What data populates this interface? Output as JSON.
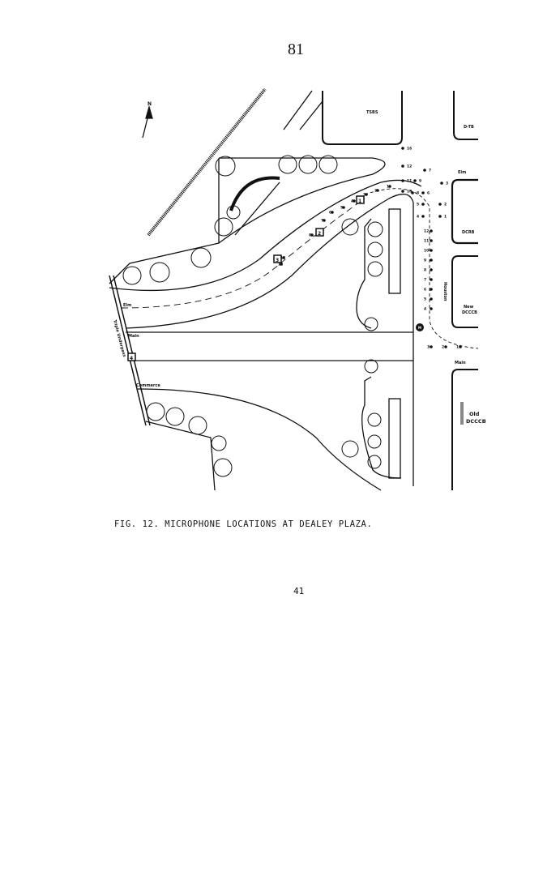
{
  "page_number": "81",
  "figure": {
    "north": "N",
    "buildings": {
      "tsbs": "TSBS",
      "dtb": "D-TB",
      "dcrb": "DCRB",
      "new_dcccb_1": "New",
      "new_dcccb_2": "DCCCB",
      "old_dcccb_1": "Old",
      "old_dcccb_2": "DCCCB"
    },
    "streets": {
      "elm": "Elm",
      "elm_east": "Elm",
      "main": "Main",
      "main_east": "Main",
      "commerce": "Commerce",
      "houston": "Houston",
      "underpass": "Triple Underpass"
    },
    "boxes": [
      "1",
      "2",
      "3",
      "4"
    ],
    "elm_mics": [
      "1",
      "2",
      "3",
      "4",
      "5",
      "6",
      "7",
      "8",
      "11",
      "12"
    ],
    "houston_mics": [
      "12",
      "11",
      "10",
      "9",
      "8",
      "7",
      "6",
      "5",
      "4"
    ],
    "grid_mics": [
      "16",
      "12",
      "7",
      "11",
      "9",
      "3",
      "10",
      "8",
      "6",
      "5",
      "2",
      "4",
      "1"
    ],
    "bottom_mics": [
      "3",
      "2",
      "1"
    ],
    "marker": "M"
  },
  "caption": "FIG. 12.  MICROPHONE LOCATIONS AT DEALEY PLAZA.",
  "footer_page": "41"
}
